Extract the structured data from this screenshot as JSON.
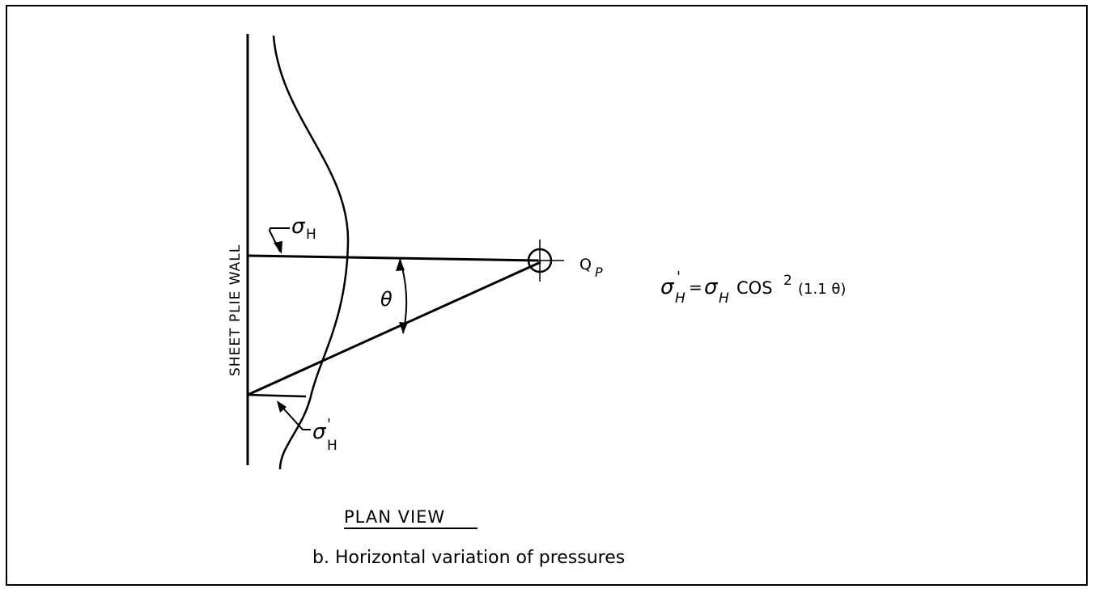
{
  "diagram": {
    "wall_label": "SHEET PLIE WALL",
    "sigma_h_label": {
      "symbol": "σ",
      "subscript": "H"
    },
    "sigma_h_prime_label": {
      "symbol": "σ",
      "prime": "'",
      "subscript": "H"
    },
    "theta_label": "θ",
    "load_label": {
      "symbol": "Q",
      "subscript": "P"
    },
    "formula": {
      "lhs_symbol": "σ",
      "lhs_prime": "'",
      "lhs_subscript": "H",
      "equals": "=",
      "rhs_symbol": "σ",
      "rhs_subscript": "H",
      "function": "COS",
      "exponent": "2",
      "argument": "(1.1 θ)"
    },
    "view_title": "PLAN VIEW",
    "caption": "b. Horizontal variation of pressures"
  },
  "colors": {
    "ink": "#000000",
    "paper": "#ffffff"
  }
}
